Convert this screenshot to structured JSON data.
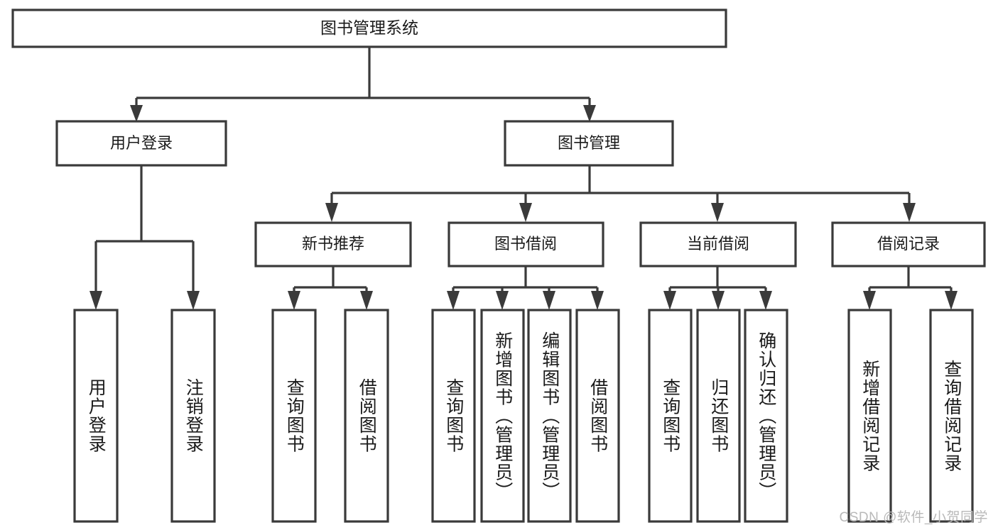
{
  "diagram": {
    "title": "图书管理系统",
    "watermark": "CSDN @软件_小贺同学",
    "colors": {
      "stroke": "#3a3a3a",
      "box_fill": "#ffffff",
      "text": "#1a1a1a",
      "background": "#ffffff",
      "watermark": "#b9b9b9"
    },
    "levels": {
      "root": {
        "label": "图书管理系统"
      },
      "level2": [
        {
          "label": "用户登录"
        },
        {
          "label": "图书管理"
        }
      ],
      "level3": [
        {
          "label": "新书推荐"
        },
        {
          "label": "图书借阅"
        },
        {
          "label": "当前借阅"
        },
        {
          "label": "借阅记录"
        }
      ],
      "leaves": {
        "user_login": [
          {
            "label": "用户登录"
          },
          {
            "label": "注销登录"
          }
        ],
        "new_book_recommend": [
          {
            "label": "查询图书"
          },
          {
            "label": "借阅图书"
          }
        ],
        "book_borrow": [
          {
            "label": "查询图书"
          },
          {
            "label": "新增图书（管理员）"
          },
          {
            "label": "编辑图书（管理员）"
          },
          {
            "label": "借阅图书"
          }
        ],
        "current_borrow": [
          {
            "label": "查询图书"
          },
          {
            "label": "归还图书"
          },
          {
            "label": "确认归还（管理员）"
          }
        ],
        "borrow_record": [
          {
            "label": "新增借阅记录"
          },
          {
            "label": "查询借阅记录"
          }
        ]
      }
    }
  }
}
